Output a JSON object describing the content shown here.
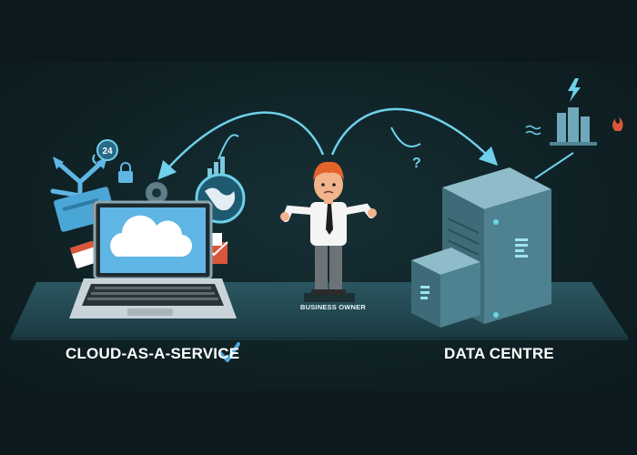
{
  "labels": {
    "cloud_service": "CLOUD-AS-A-SERVICE",
    "data_centre": "DATA CENTRE",
    "business_owner": "BUSINESS OWNER",
    "support_badge": "24"
  },
  "icons": {
    "checkmark": "checkmark-icon",
    "clock": "clock-icon",
    "lock": "lock-icon",
    "gear": "gear-icon",
    "globe": "globe-icon",
    "mail": "mail-icon",
    "calendar": "calendar-icon",
    "lightning": "lightning-icon",
    "question": "question-icon"
  },
  "colors": {
    "background": "#0c1a1d",
    "accent": "#4ab8d6",
    "arrow": "#6fd0ea",
    "server_light": "#6f9fae",
    "server_dark": "#2e5560",
    "hair": "#e4622c",
    "checkmark": "#4fa8e0"
  }
}
